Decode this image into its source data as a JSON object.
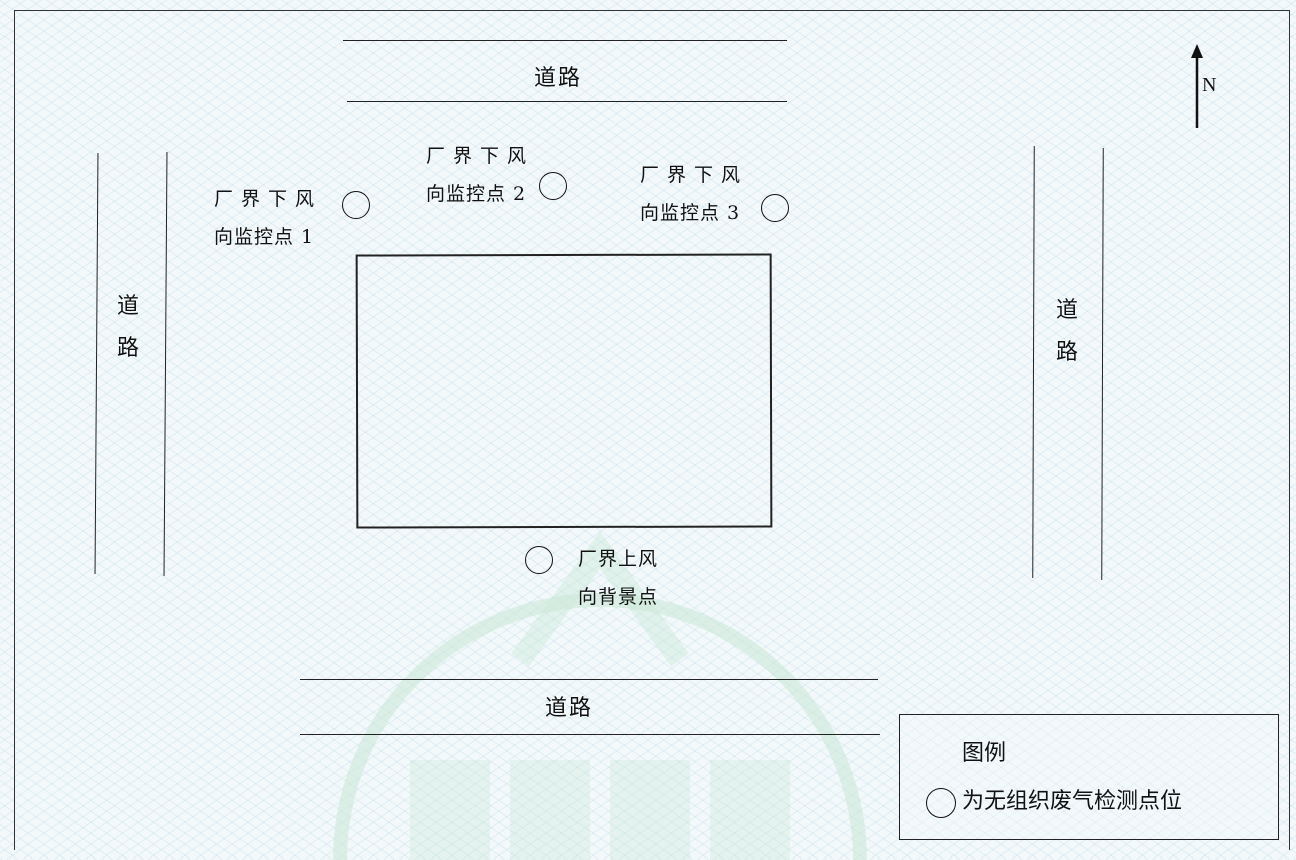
{
  "roads": {
    "north": "道路",
    "south": "道路",
    "west": "道路",
    "east": "道路"
  },
  "monitoring_points": {
    "point1": {
      "line1": "厂界下风",
      "line2": "向监控点 1"
    },
    "point2": {
      "line1": "厂界下风",
      "line2": "向监控点 2"
    },
    "point3": {
      "line1": "厂界下风",
      "line2": "向监控点 3"
    },
    "background": {
      "line1": "厂界上风",
      "line2": "向背景点"
    }
  },
  "compass": {
    "north_label": "N"
  },
  "legend": {
    "title": "图例",
    "item": "为无组织废气检测点位"
  },
  "colors": {
    "line": "#222222",
    "background": "#f3f9fb",
    "watermark": "#bfe3cf"
  }
}
